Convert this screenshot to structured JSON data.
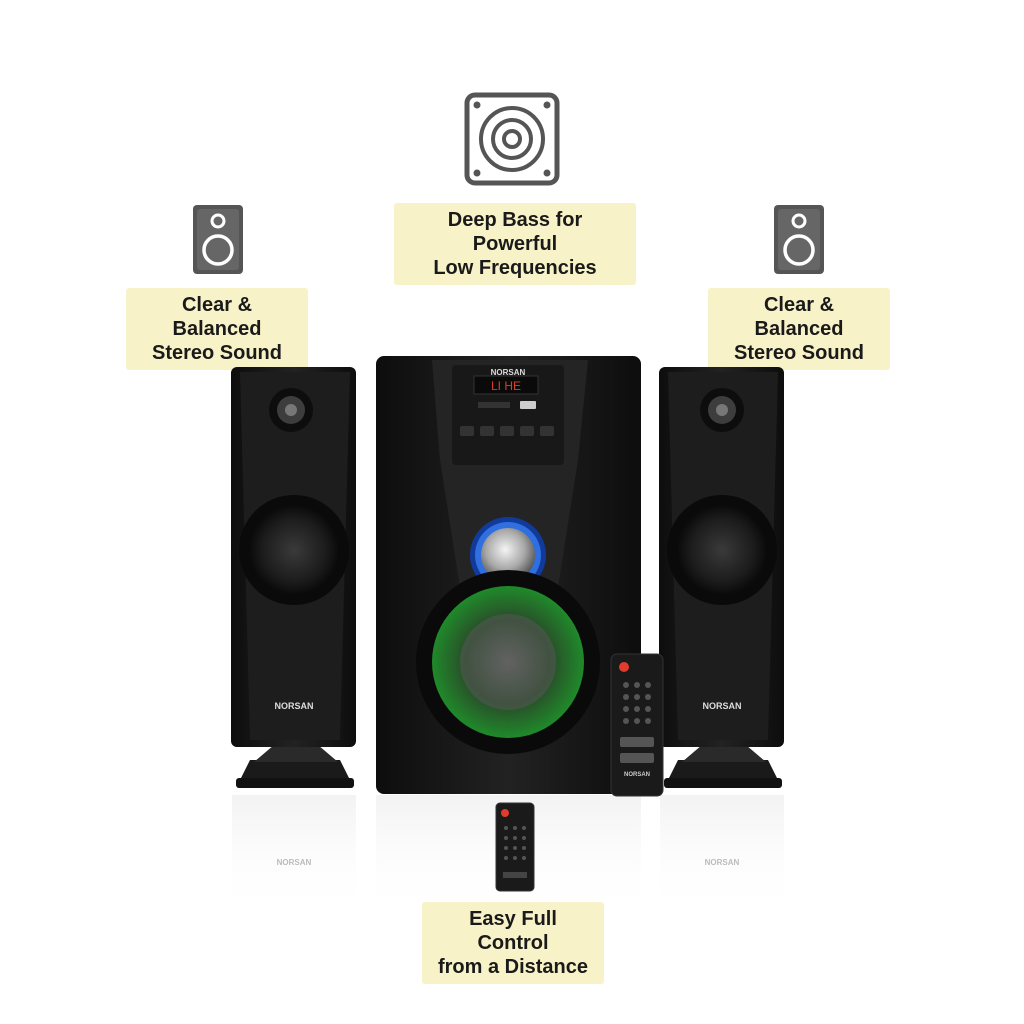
{
  "callouts": {
    "bass": {
      "line1": "Deep Bass for Powerful",
      "line2": "Low Frequencies"
    },
    "left": {
      "line1": "Clear & Balanced",
      "line2": "Stereo Sound"
    },
    "right": {
      "line1": "Clear & Balanced",
      "line2": "Stereo Sound"
    },
    "remote": {
      "line1": "Easy Full Control",
      "line2": "from a Distance"
    }
  },
  "icons": {
    "bass": "subwoofer-icon",
    "left": "speaker-icon",
    "right": "speaker-icon"
  },
  "product": {
    "left_brand": "NORSAN",
    "right_brand": "NORSAN",
    "sub_brand": "NORSAN",
    "display_text": "LI HE",
    "remote_brand": "NORSAN"
  },
  "colors": {
    "callout_bg": "#f7f2c7",
    "speaker_body": "#151515",
    "knob_ring": "#2f6fe0",
    "woofer_glow": "#2c8a2c",
    "display_led": "#e23b2e"
  }
}
